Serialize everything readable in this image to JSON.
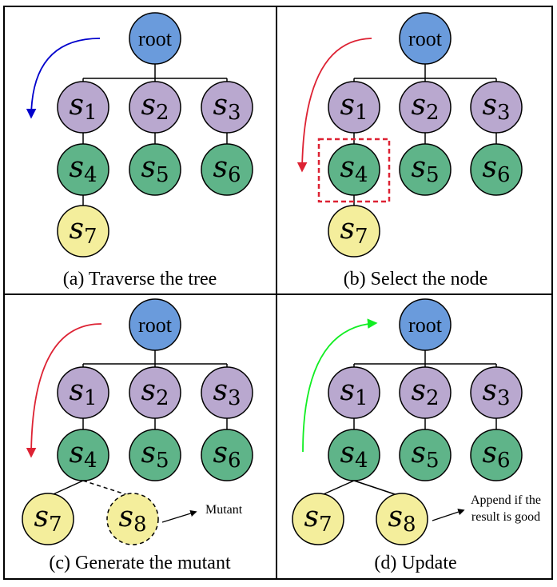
{
  "colors": {
    "root_fill": "#6a9bdc",
    "level1_fill": "#b9a8cf",
    "level2_fill": "#5fb489",
    "leaf_fill": "#f4ee9c",
    "blue_arrow": "#0000cc",
    "red_arrow": "#dd2233",
    "green_arrow": "#11ee22",
    "selection_box": "#dd2233"
  },
  "nodes": {
    "root": "root",
    "s1": {
      "sym": "s",
      "sub": "1"
    },
    "s2": {
      "sym": "s",
      "sub": "2"
    },
    "s3": {
      "sym": "s",
      "sub": "3"
    },
    "s4": {
      "sym": "s",
      "sub": "4"
    },
    "s5": {
      "sym": "s",
      "sub": "5"
    },
    "s6": {
      "sym": "s",
      "sub": "6"
    },
    "s7": {
      "sym": "s",
      "sub": "7"
    },
    "s8": {
      "sym": "s",
      "sub": "8"
    }
  },
  "panels": {
    "a": {
      "caption": "(a) Traverse the tree"
    },
    "b": {
      "caption": "(b) Select the node"
    },
    "c": {
      "caption": "(c) Generate the mutant",
      "annotation": "Mutant"
    },
    "d": {
      "caption": "(d) Update",
      "annotation_line1": "Append if the",
      "annotation_line2": "result is good"
    }
  }
}
